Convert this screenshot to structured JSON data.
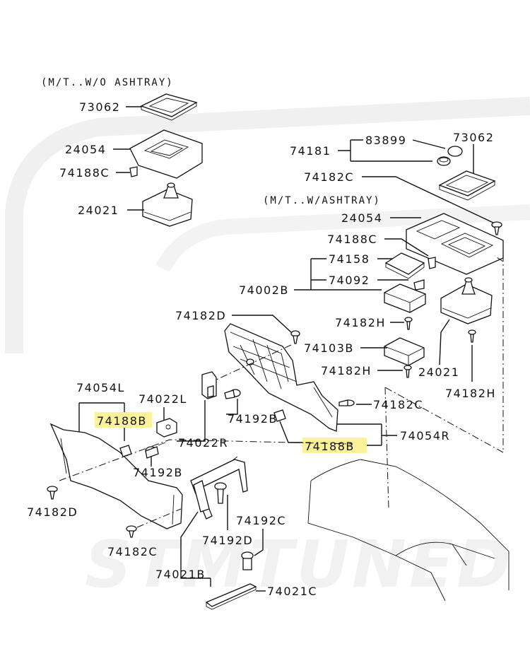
{
  "notes": {
    "mt_wo_ashtray": "(M/T..W/O ASHTRAY)",
    "mt_w_ashtray": "(M/T..W/ASHTRAY)"
  },
  "watermark": "STMTUNED",
  "highlight_color": "#fbf29a",
  "labels": {
    "p73062_left": "73062",
    "p24054_left": "24054",
    "p74188c_left": "74188C",
    "p24021_left": "24021",
    "p74181": "74181",
    "p83899": "83899",
    "p73062_right": "73062",
    "p74182c_top": "74182C",
    "p24054_right": "24054",
    "p74188c_right": "74188C",
    "p74158": "74158",
    "p74092": "74092",
    "p74002b": "74002B",
    "p74182d_top": "74182D",
    "p74182h_mid": "74182H",
    "p74103b": "74103B",
    "p74182h_low": "74182H",
    "p24021_right": "24021",
    "p74182h_right": "74182H",
    "p74054l": "74054L",
    "p74022l": "74022L",
    "p74188b_left": "74188B",
    "p74192b_mid": "74192B",
    "p74022r": "74022R",
    "p74182c_mid": "74182C",
    "p74188b_right": "74188B",
    "p74054r": "74054R",
    "p74192b_left": "74192B",
    "p74182d_left": "74182D",
    "p74192c": "74192C",
    "p74192d": "74192D",
    "p74182c_low": "74182C",
    "p74021b": "74021B",
    "p74021c": "74021C"
  }
}
